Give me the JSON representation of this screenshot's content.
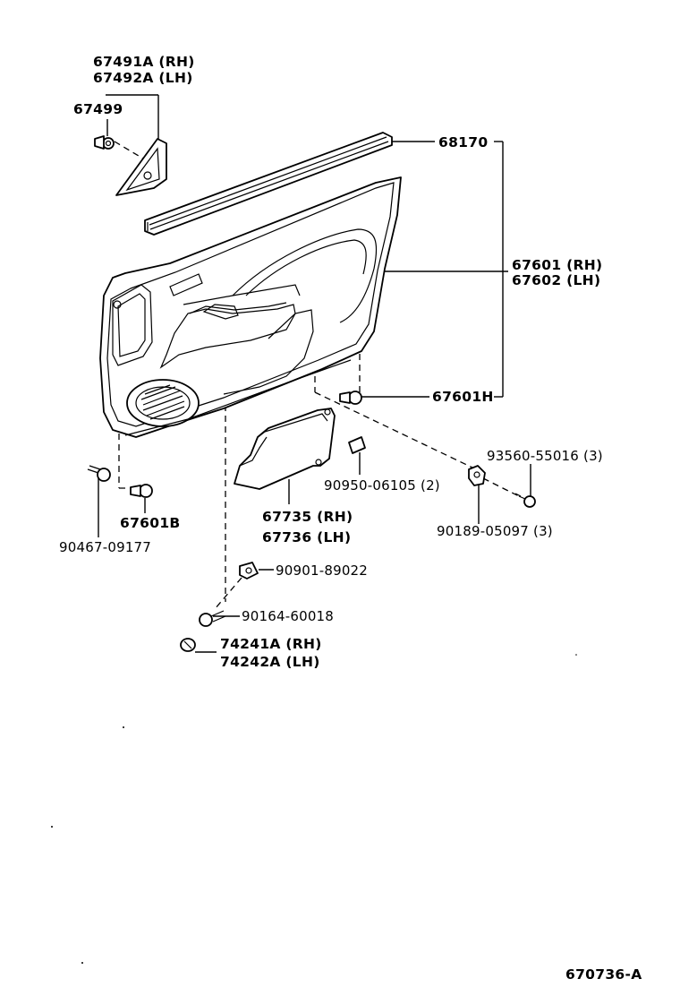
{
  "labels": {
    "p67491A": "67491A (RH)",
    "p67492A": "67492A (LH)",
    "p67499": "67499",
    "p68170": "68170",
    "p67601": "67601 (RH)",
    "p67602": "67602 (LH)",
    "p67601H": "67601H",
    "p93560": "93560-55016 (3)",
    "p90950": "90950-06105 (2)",
    "p90189": "90189-05097 (3)",
    "p67601B": "67601B",
    "p90467": "90467-09177",
    "p67735": "67735 (RH)",
    "p67736": "67736 (LH)",
    "p90901": "90901-89022",
    "p90164": "90164-60018",
    "p74241A": "74241A (RH)",
    "p74242A": "74242A (LH)",
    "figure_code": "670736-A"
  }
}
